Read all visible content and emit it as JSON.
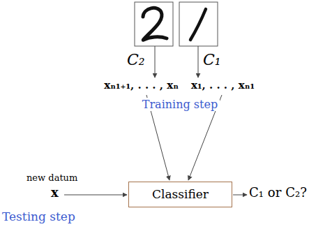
{
  "diagram": {
    "nodes": [
      {
        "text": [
          "Classifier"
        ]
      }
    ],
    "labels": [
      "C₂",
      "C₁",
      "xₙ₁₊₁, . . . , xₙ",
      "x₁, . . . , xₙ₁",
      "Training step",
      "new datum",
      "x",
      "Testing step",
      "C₁ or C₂?"
    ]
  }
}
